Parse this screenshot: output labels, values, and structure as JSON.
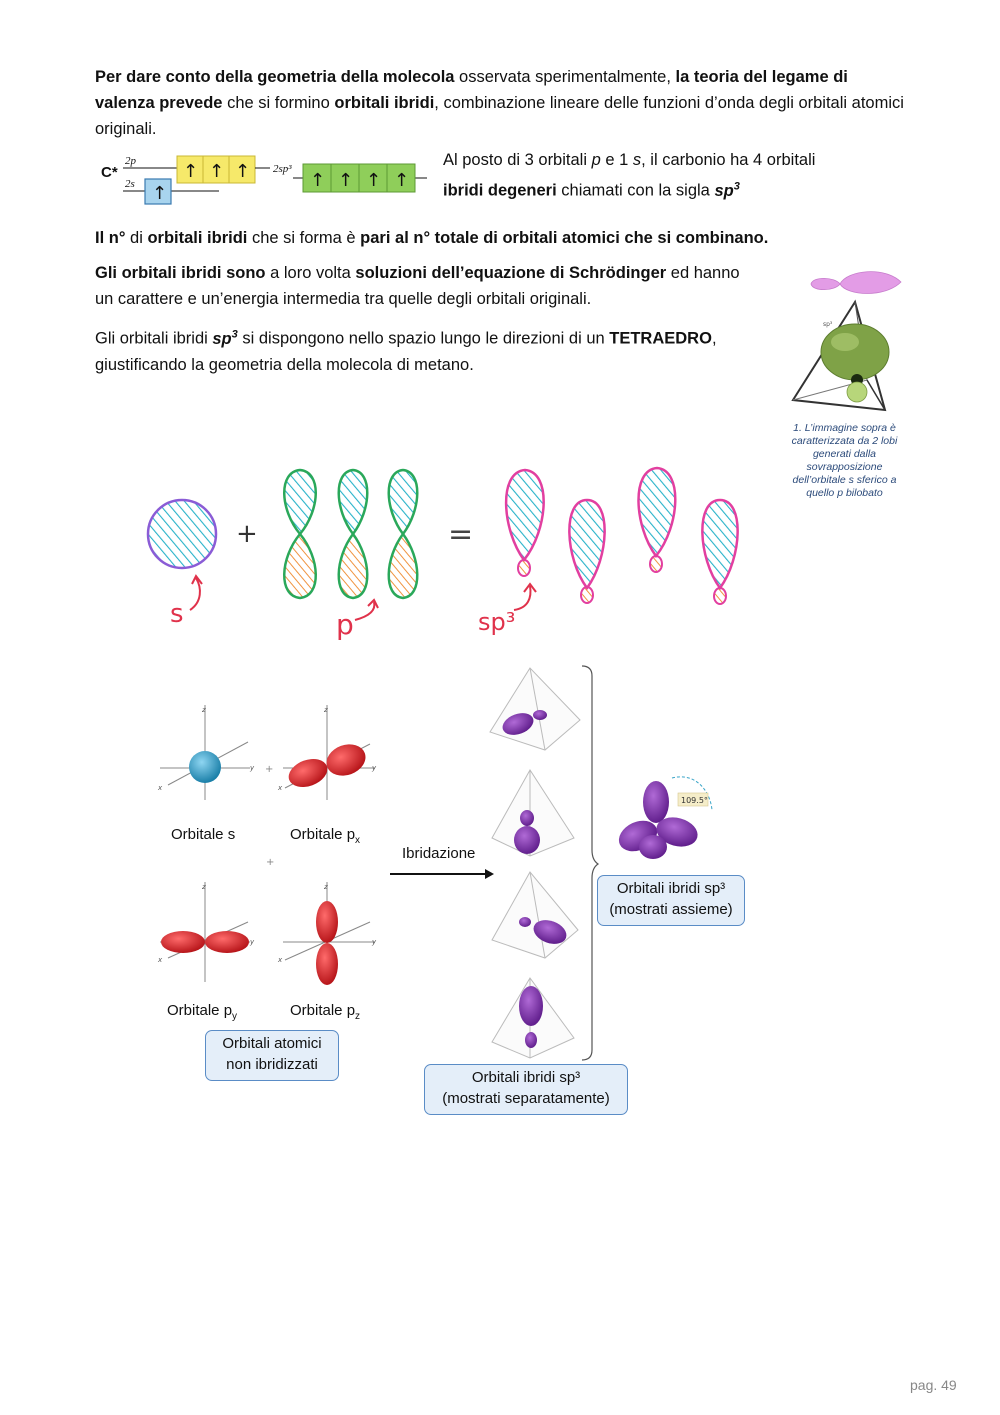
{
  "intro": {
    "b1": "Per dare conto della geometria della molecola",
    "t1": " osservata sperimentalmente, ",
    "b2": "la teoria del legame di valenza prevede",
    "t2": " che si formino ",
    "b3": "orbitali ibridi",
    "t3": ", combinazione lineare delle funzioni d’onda degli orbitali atomici originali."
  },
  "diagram": {
    "atom": "C*",
    "level_2p": "2p",
    "level_2s": "2s",
    "level_2sp3": "2sp³",
    "arrow": "↑"
  },
  "side": {
    "t1": "Al posto di 3 orbitali ",
    "p": "p",
    "t2": " e 1 ",
    "s": "s",
    "t3": ", il carbonio ha 4 orbitali",
    "b1": "ibridi degeneri",
    "t4": " chiamati con la sigla ",
    "sp": "sp",
    "sup": "3"
  },
  "rule": {
    "b1": "Il n°",
    "t1": " di ",
    "b2": "orbitali ibridi",
    "t2": " che si forma è ",
    "b3": "pari al n° totale di orbitali atomici che si combinano."
  },
  "para1": {
    "b1": "Gli orbitali ibridi sono",
    "t1": " a loro volta ",
    "b2": "soluzioni dell’equazione di Schrödinger",
    "t2": " ed hanno",
    "t3": "un carattere e un’energia intermedia tra quelle degli orbitali originali."
  },
  "para2": {
    "t1": "Gli orbitali ibridi ",
    "sp": "sp",
    "sup": "3",
    "t2": " si dispongono nello spazio lungo le direzioni di un ",
    "b1": "TETRAEDRO",
    "t3": ",",
    "t4": "giustificando la geometria della molecola di metano."
  },
  "figure_caption": "1. L’immagine sopra è caratterizzata da 2 lobi generati dalla sovrapposizione dell’orbitale s sferico a quello p bilobato",
  "sketch": {
    "s_label": "s",
    "p_label": "p",
    "sp3_label": "sp³",
    "plus": "+",
    "equals": "="
  },
  "orbitals": {
    "s": "Orbitale s",
    "px": "Orbitale p",
    "px_sub": "x",
    "py": "Orbitale p",
    "py_sub": "y",
    "pz": "Orbitale p",
    "pz_sub": "z",
    "atomici_1": "Orbitali atomici",
    "atomici_2": "non ibridizzati",
    "ibridazione": "Ibridazione",
    "separati_1": "Orbitali ibridi sp³",
    "separati_2": "(mostrati separatamente)",
    "assieme_1": "Orbitali ibridi sp³",
    "assieme_2": "(mostrati assieme)",
    "angle": "109.5°",
    "sp3_tag": "sp³",
    "axis_x": "x",
    "axis_y": "y",
    "axis_z": "z"
  },
  "footer": {
    "page": "pag. 49"
  },
  "colors": {
    "green_box": "#8fce5a",
    "yellow_box": "#f6e96a",
    "blue_box": "#a8d4ee",
    "purple_lobe": "#7a2fa6",
    "red_lobe": "#d8141c",
    "hand_red": "#e0324b"
  }
}
